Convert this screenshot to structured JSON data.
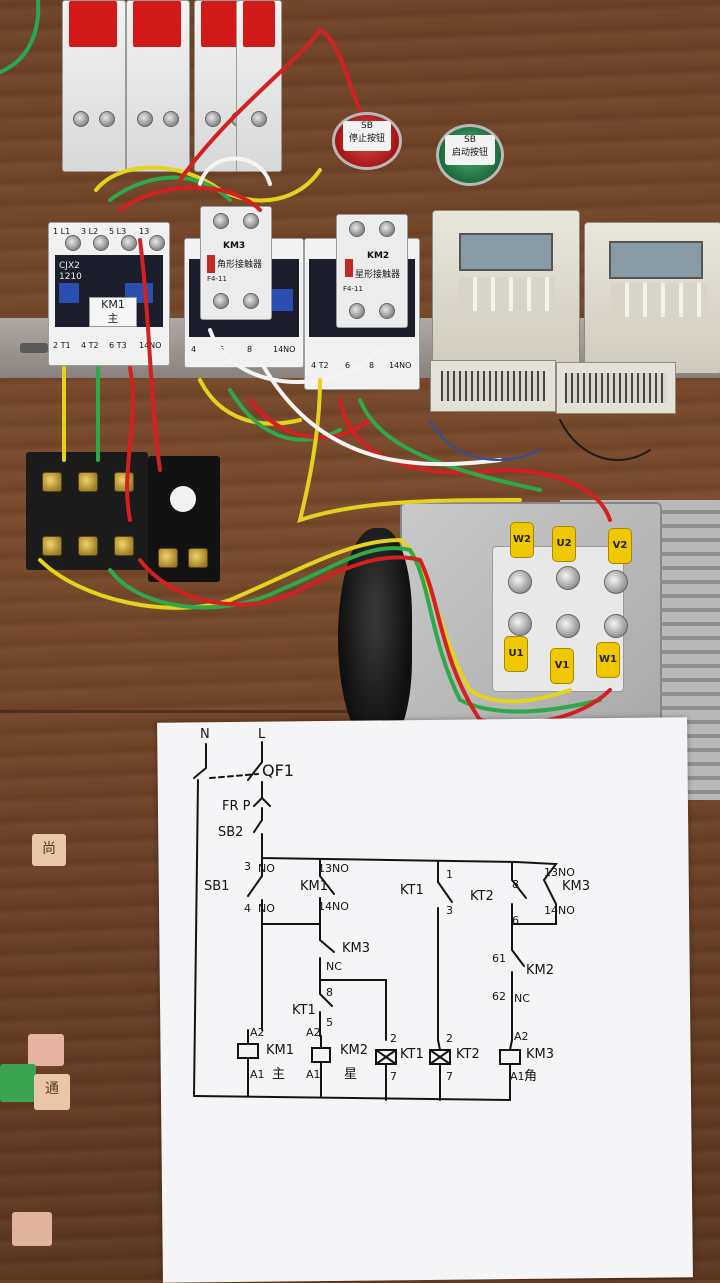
{
  "breakers": {
    "count": 2
  },
  "contactors": {
    "km1": {
      "brand": "CJX2",
      "model": "1210",
      "tag": "KM1",
      "tag_sub": "主",
      "top_terminals": [
        "1 L1",
        "3 L2",
        "5 L3",
        "13"
      ],
      "bottom_terminals": [
        "2 T1",
        "4 T2",
        "6 T3",
        "14NO"
      ]
    },
    "km3": {
      "aux_title": "KM3",
      "aux_text": "角形接触器",
      "aux_model": "F4-11",
      "bottom_terminals": [
        "4",
        "6",
        "8",
        "14NO"
      ]
    },
    "km2": {
      "aux_title": "KM2",
      "aux_text": "星形接触器",
      "aux_model": "F4-11",
      "bottom_terminals": [
        "4 T2",
        "6",
        "8",
        "14NO"
      ]
    }
  },
  "buttons": {
    "stop": {
      "tag": "SB",
      "text": "停止按钮"
    },
    "start": {
      "tag": "SB",
      "text": "启动按钮"
    }
  },
  "motor_lugs": [
    "W2",
    "U2",
    "V2",
    "U1",
    "V1",
    "W1"
  ],
  "schematic": {
    "left_rail": "N",
    "right_rail": "L",
    "qf": "QF1",
    "frp": "FR P",
    "sb2": "SB2",
    "sb1": "SB1",
    "km1_aux": "KM1",
    "km3_nc": "KM3",
    "nc": "NC",
    "no": "NO",
    "kt1_contact": "KT1",
    "kt2_contact": "KT2",
    "km3_no": "KM3",
    "km2_nc": "KM2",
    "kt1_inner": "KT1",
    "coil_km1": "KM1",
    "coil_km1_sub": "主",
    "coil_km2": "KM2",
    "coil_km2_sub": "星",
    "coil_kt1": "KT1",
    "coil_kt2": "KT2",
    "coil_km3": "KM3",
    "coil_km3_sub": "角",
    "pins": {
      "p3": "3",
      "p4": "4",
      "p13": "13",
      "p14": "14",
      "p1": "1",
      "p8": "8",
      "p5": "5",
      "p6": "6",
      "p2": "2",
      "p7": "7",
      "p61": "61",
      "p62": "62",
      "a1": "A1",
      "a2": "A2"
    }
  },
  "table_chips": [
    "尚",
    "通"
  ]
}
